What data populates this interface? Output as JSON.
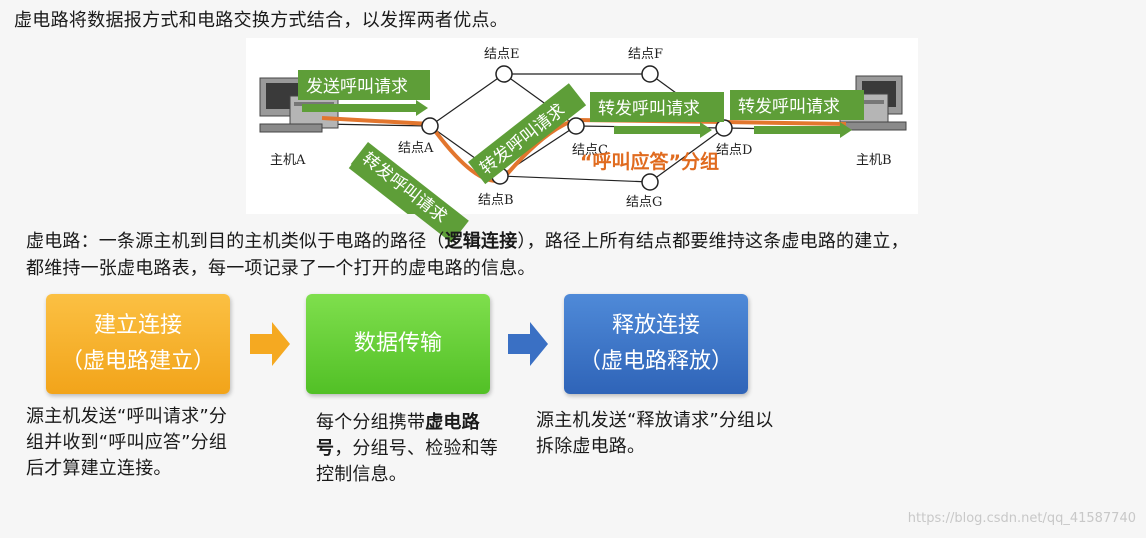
{
  "header": {
    "sentence": "虚电路将数据报方式和电路交换方式结合，以发挥两者优点。"
  },
  "diagram": {
    "host_a": "主机A",
    "host_b": "主机B",
    "node_a": "结点A",
    "node_b": "结点B",
    "node_c": "结点C",
    "node_d": "结点D",
    "node_e": "结点E",
    "node_f": "结点F",
    "node_g": "结点G",
    "banner_send": "发送呼叫请求",
    "banner_fwd_1": "转发呼叫请求",
    "banner_fwd_2": "转发呼叫请求",
    "banner_fwd_3": "转发呼叫请求",
    "banner_fwd_4": "转发呼叫请求",
    "reply": "“呼叫应答”分组",
    "colors": {
      "banner": "#5e9e38",
      "route": "#e2762e",
      "reply": "#e06b1f"
    }
  },
  "definition": {
    "line1_a": "虚电路：一条源主机到目的主机类似于电路的路径（",
    "line1_bold": "逻辑连接",
    "line1_b": "），路径上所有结点都要维持这条虚电路的建立，",
    "line2": "都维持一张虚电路表，每一项记录了一个打开的虚电路的信息。"
  },
  "phases": {
    "setup": {
      "title": "建立连接",
      "subtitle": "（虚电路建立）",
      "color": "#f5a921"
    },
    "transfer": {
      "title": "数据传输",
      "color": "#5cc830"
    },
    "release": {
      "title": "释放连接",
      "subtitle": "（虚电路释放）",
      "color": "#3a70c4"
    }
  },
  "descriptions": {
    "setup": "源主机发送“呼叫请求”分组并收到“呼叫应答”分组后才算建立连接。",
    "transfer_a": "每个分组携带",
    "transfer_bold": "虚电路号",
    "transfer_b": "，分组号、检验和等控制信息。",
    "release": "源主机发送“释放请求”分组以拆除虚电路。"
  },
  "watermark": "https://blog.csdn.net/qq_41587740"
}
